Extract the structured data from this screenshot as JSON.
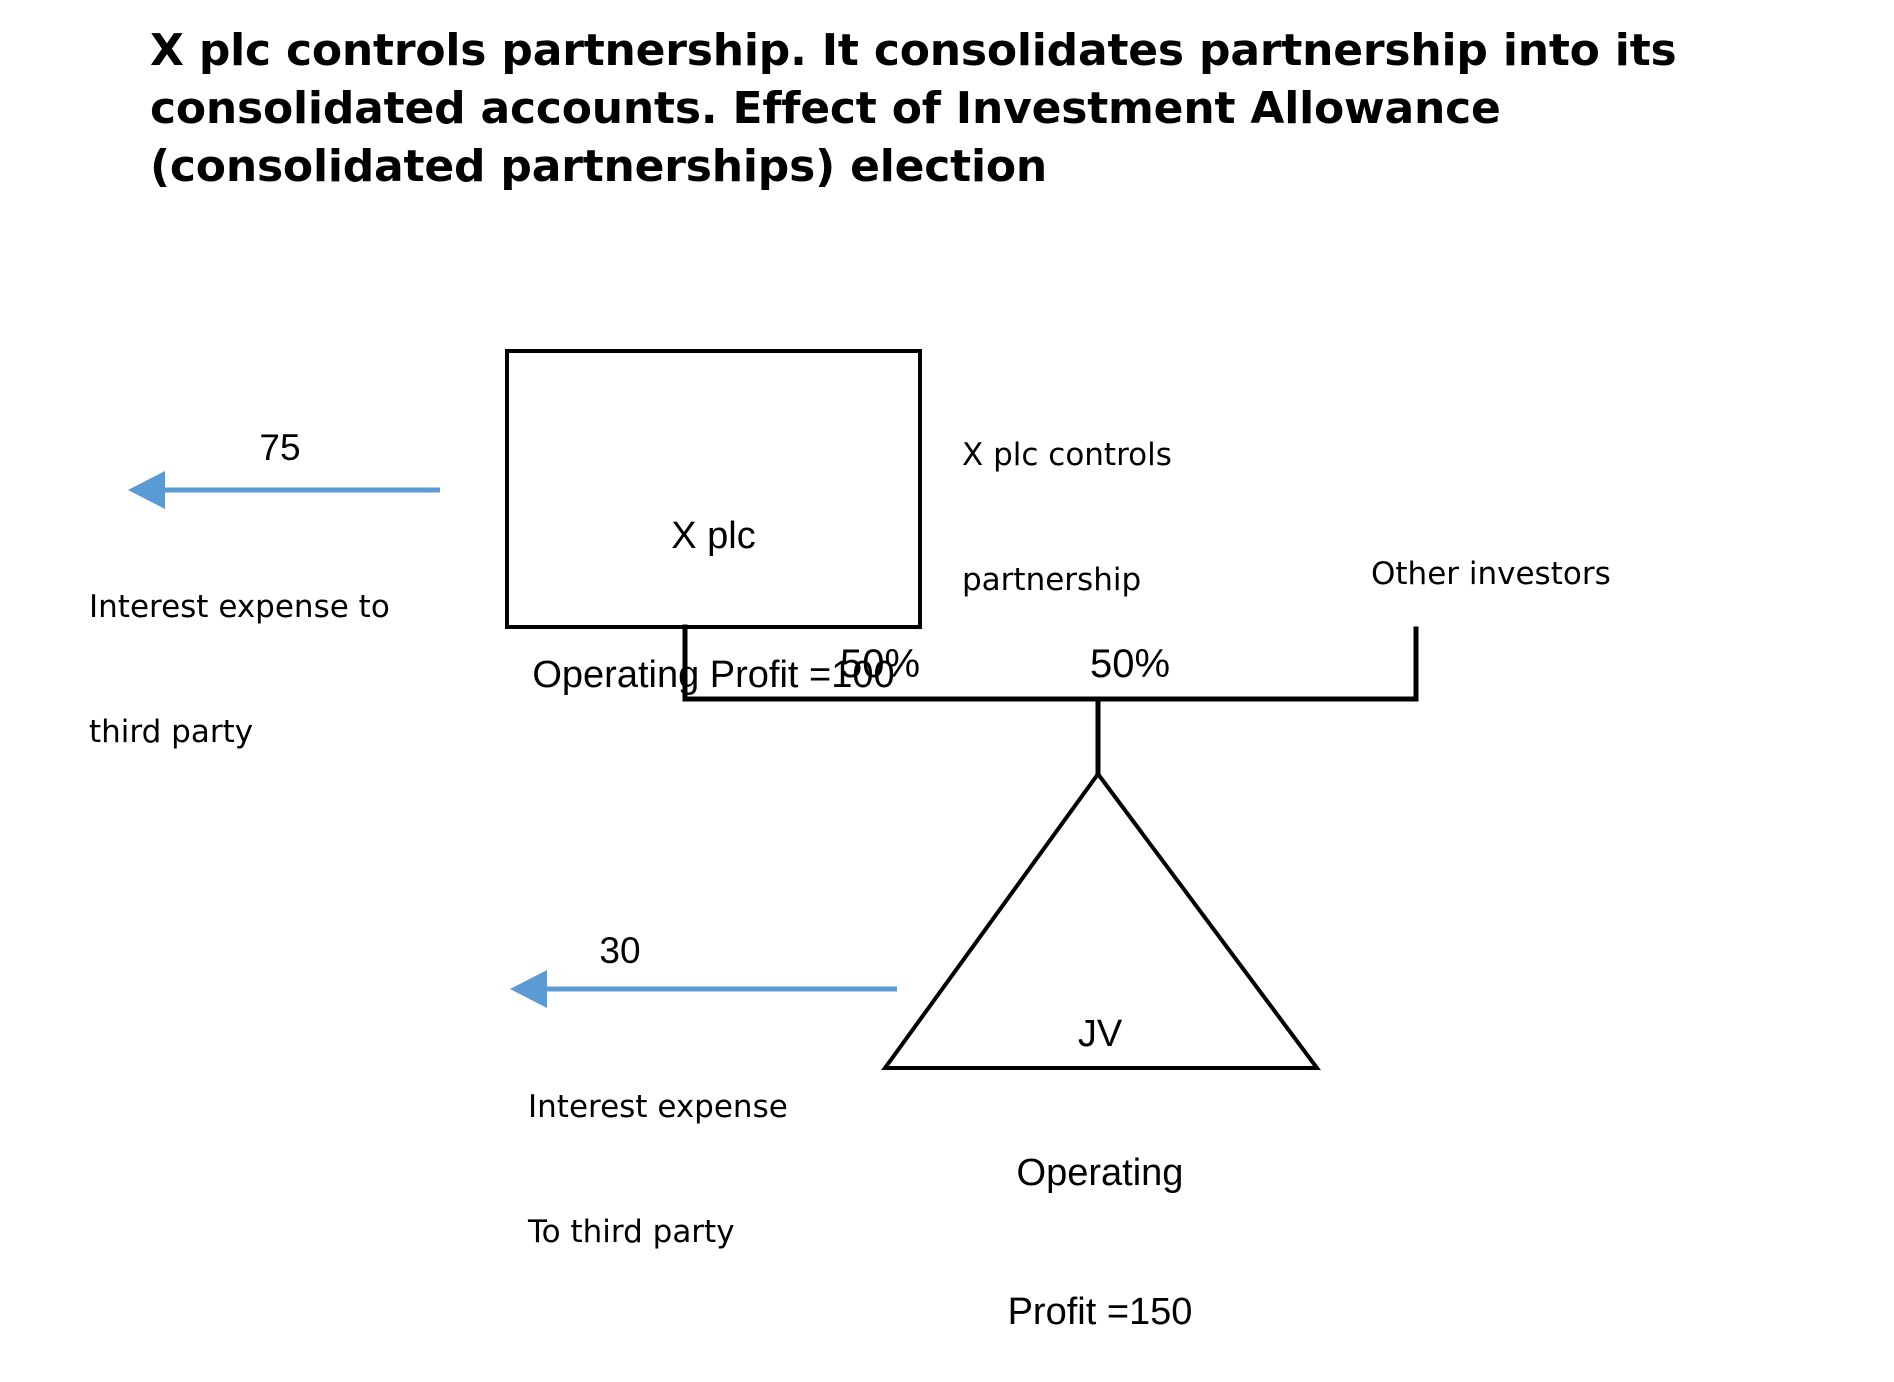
{
  "title": {
    "text": "X plc controls partnership. It consolidates partnership into its consolidated accounts. Effect of Investment Allowance (consolidated partnerships) election"
  },
  "diagram": {
    "type": "org-flow",
    "entities": {
      "parent_box": {
        "line1": "X plc",
        "line2": "Operating Profit =100",
        "shape": "rectangle",
        "outline_color": "#000000"
      },
      "jv_triangle": {
        "line1": "JV",
        "line2": "Operating",
        "line3": "Profit =150",
        "shape": "triangle",
        "outline_color": "#000000"
      }
    },
    "annotations": {
      "controls_note_line1": "X plc controls",
      "controls_note_line2": "partnership",
      "other_investors": "Other investors"
    },
    "ownership": {
      "left_share": "50%",
      "right_share": "50%"
    },
    "flows": [
      {
        "amount": "75",
        "label_line1": "Interest expense to",
        "label_line2": "third party",
        "direction": "left",
        "arrow_color": "#5B9BD5",
        "source": "X plc"
      },
      {
        "amount": "30",
        "label_line1": "Interest expense",
        "label_line2": "To third party",
        "direction": "left",
        "arrow_color": "#5B9BD5",
        "source": "JV"
      }
    ],
    "colors": {
      "background": "#FFFFFF",
      "line": "#000000",
      "arrow": "#5B9BD5",
      "text": "#000000"
    }
  }
}
